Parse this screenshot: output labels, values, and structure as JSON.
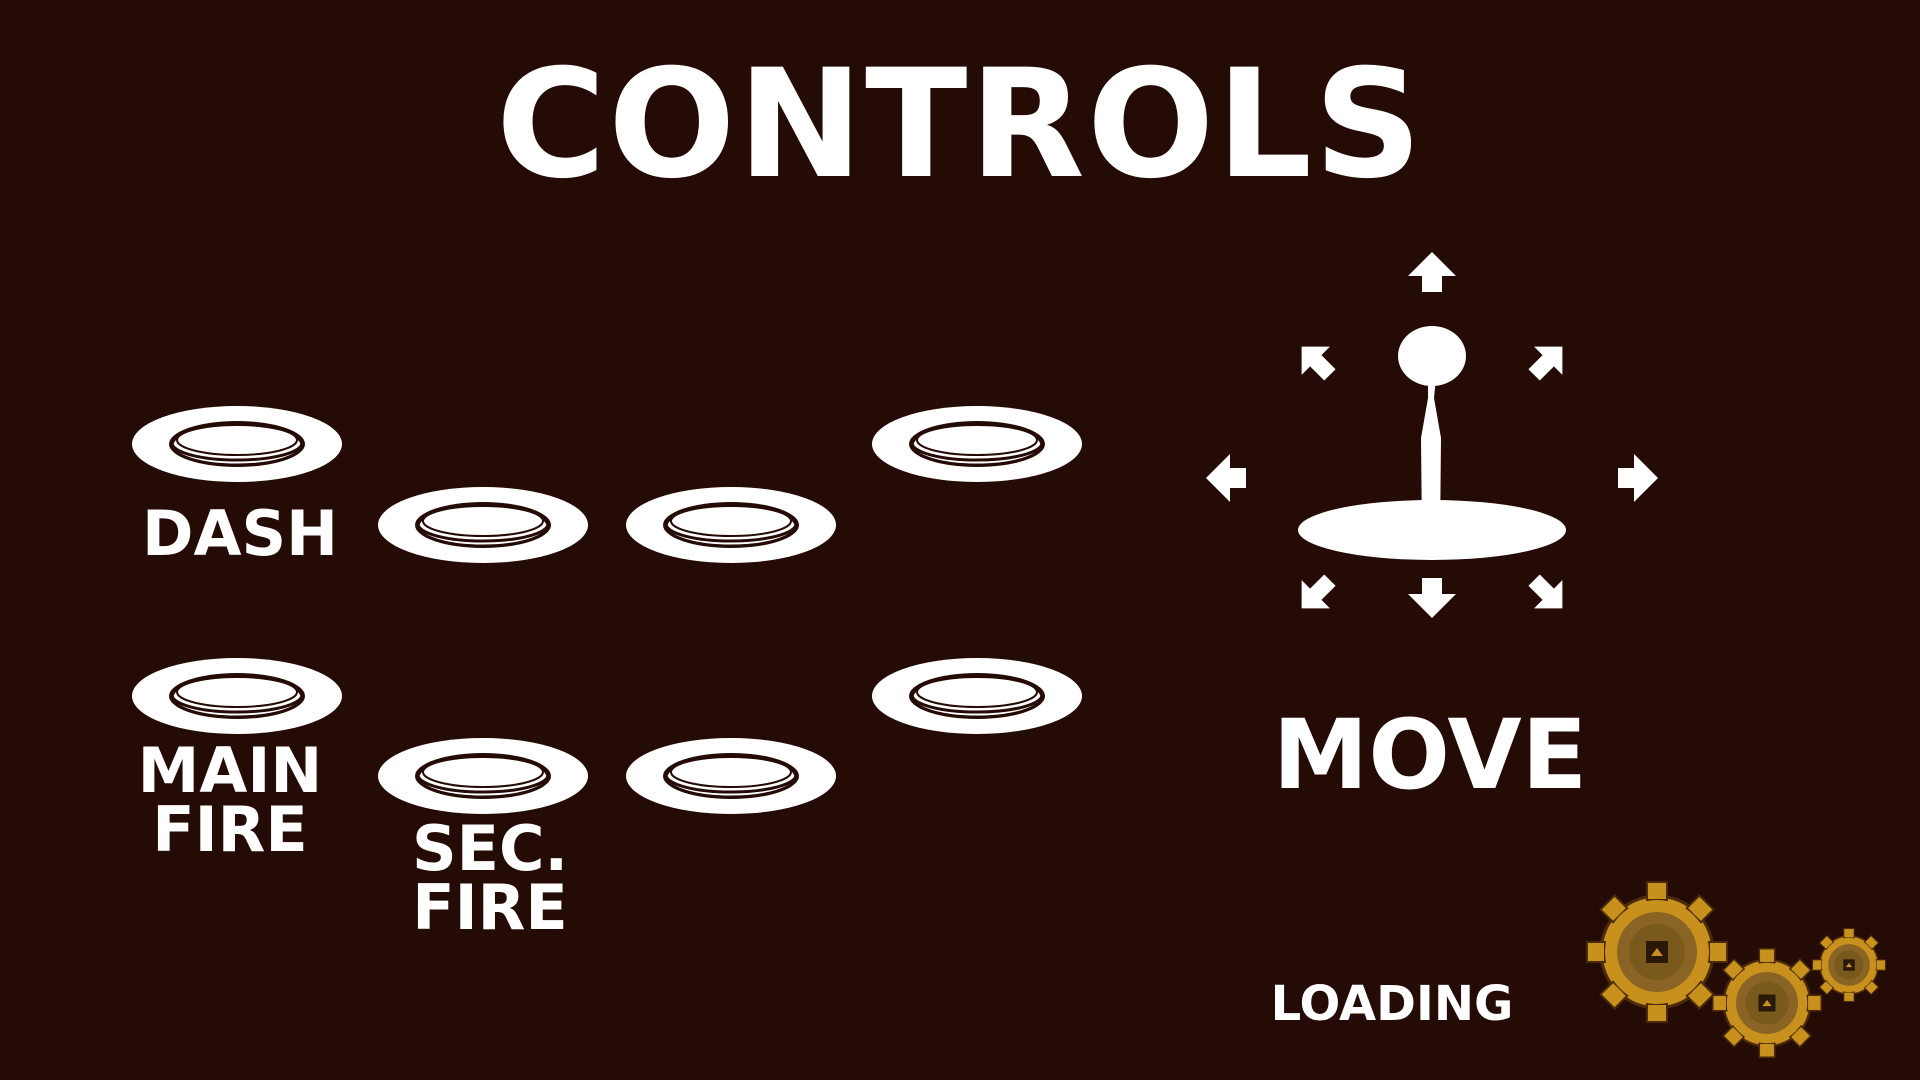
{
  "screen": {
    "title": "CONTROLS",
    "loading_text": "LOADING"
  },
  "labels": {
    "dash": "DASH",
    "main_fire": "MAIN\nFIRE",
    "sec_fire": "SEC.\nFIRE",
    "move": "MOVE"
  },
  "colors": {
    "background": "#250b05",
    "foreground": "#ffffff",
    "gear_outer": "#c8901c",
    "gear_inner": "#8a6424",
    "gear_outline": "#4a2a08"
  }
}
